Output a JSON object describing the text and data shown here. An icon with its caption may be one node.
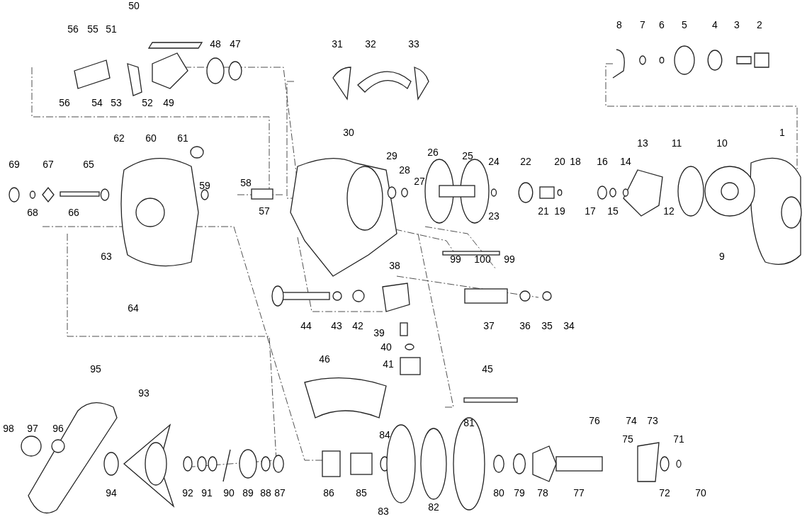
{
  "diagram": {
    "labels": [
      "50",
      "56",
      "55",
      "51",
      "48",
      "47",
      "31",
      "32",
      "33",
      "8",
      "7",
      "6",
      "5",
      "4",
      "3",
      "2",
      "56",
      "54",
      "53",
      "52",
      "49",
      "62",
      "60",
      "61",
      "30",
      "1",
      "29",
      "26",
      "25",
      "24",
      "22",
      "20",
      "18",
      "16",
      "14",
      "13",
      "11",
      "10",
      "69",
      "67",
      "65",
      "59",
      "58",
      "28",
      "27",
      "68",
      "66",
      "57",
      "23",
      "21",
      "19",
      "17",
      "15",
      "12",
      "63",
      "99",
      "100",
      "99",
      "9",
      "38",
      "64",
      "44",
      "43",
      "42",
      "37",
      "36",
      "35",
      "34",
      "39",
      "40",
      "41",
      "95",
      "46",
      "45",
      "93",
      "81",
      "98",
      "97",
      "96",
      "84",
      "76",
      "74",
      "73",
      "75",
      "71",
      "94",
      "92",
      "91",
      "90",
      "89",
      "88",
      "87",
      "86",
      "85",
      "80",
      "79",
      "78",
      "77",
      "72",
      "70",
      "83",
      "82"
    ]
  }
}
